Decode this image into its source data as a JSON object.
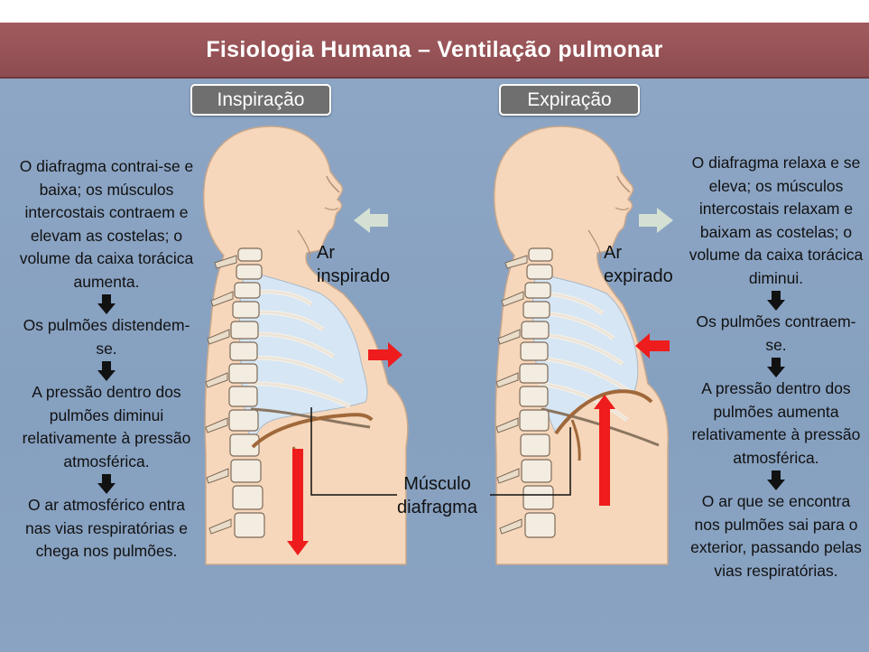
{
  "title": "Fisiologia Humana – Ventilação pulmonar",
  "inspiracao": {
    "label": "Inspiração",
    "steps": [
      "O diafragma contrai-se e baixa; os músculos intercostais contraem e elevam as costelas; o volume da caixa torácica aumenta.",
      "Os pulmões distendem-se.",
      "A pressão dentro dos pulmões diminui relativamente à pressão atmosférica.",
      "O ar atmosférico entra nas vias respiratórias e chega nos pulmões."
    ],
    "air_label_line1": "Ar",
    "air_label_line2": "inspirado"
  },
  "expiracao": {
    "label": "Expiração",
    "steps": [
      "O diafragma relaxa  e se eleva; os músculos intercostais relaxam e baixam as costelas; o volume da caixa torácica diminui.",
      "Os pulmões contraem-se.",
      "A pressão dentro dos pulmões aumenta relativamente à pressão atmosférica.",
      "O ar que se encontra nos pulmões sai para o exterior, passando pelas vias respiratórias."
    ],
    "air_label_line1": "Ar",
    "air_label_line2": "expirado"
  },
  "diaphragm_label_line1": "Músculo",
  "diaphragm_label_line2": "diafragma",
  "colors": {
    "background": "#8ba4c3",
    "title_bar": "#944f53",
    "phase_box": "#6f6f6f",
    "skin": "#f6d7bb",
    "lung": "#d6e6f4",
    "movement_arrow": "#ee1c1c",
    "air_arrow": "#dbe8d4"
  }
}
